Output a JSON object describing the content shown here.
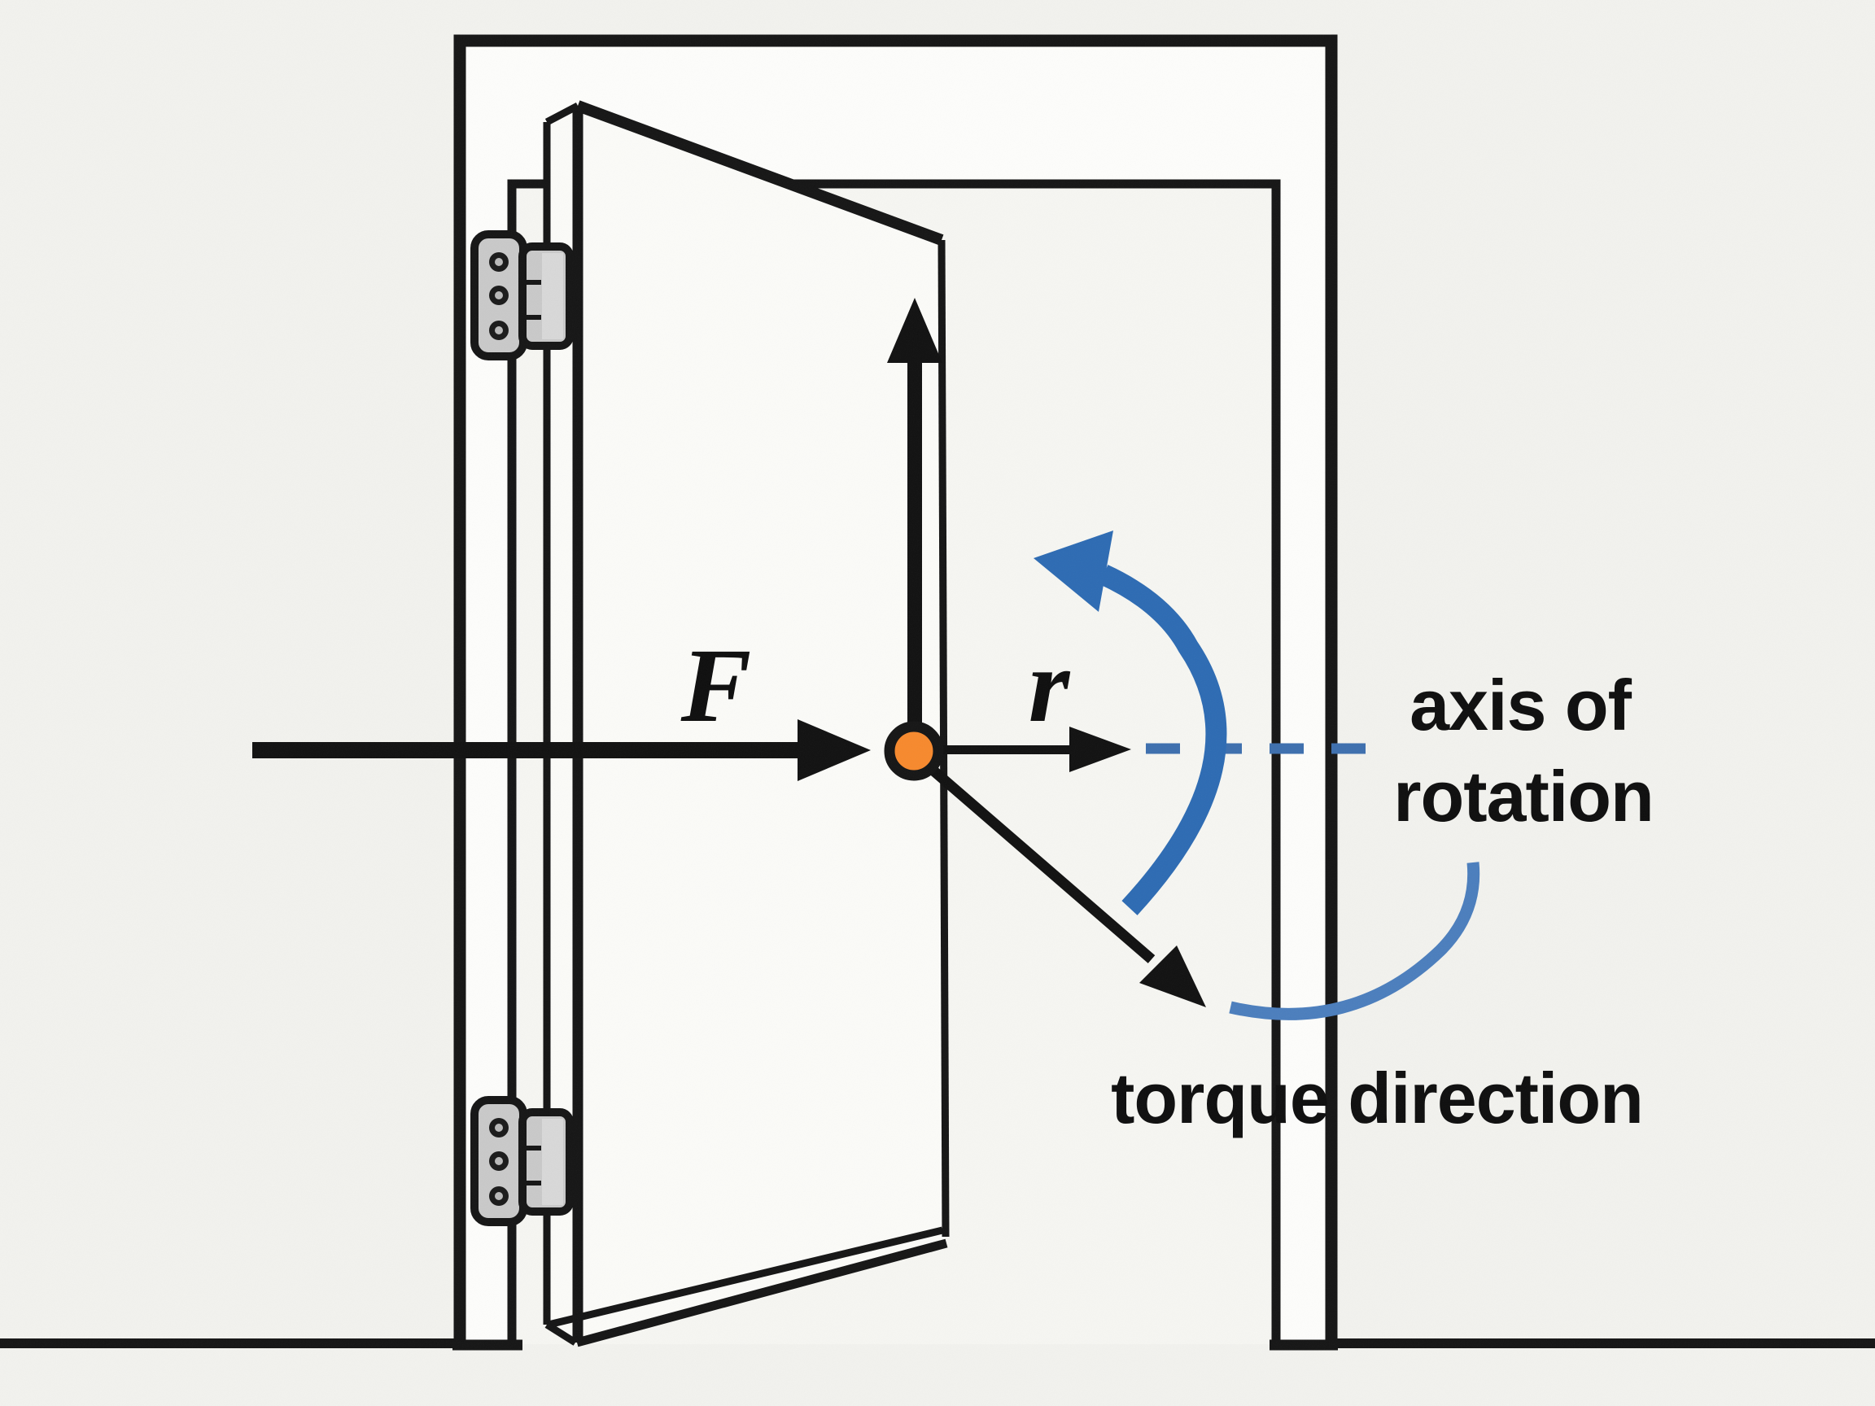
{
  "diagram": {
    "labels": {
      "force": "F",
      "lever_arm": "r",
      "axis_line1": "axis of",
      "axis_line2": "rotation",
      "torque": "torque direction"
    },
    "colors": {
      "ink": "#151515",
      "torque_arc_blue": "#2d6bb3",
      "swoosh_blue": "#4b7ebd",
      "axis_dash_blue": "#3d6fae",
      "pivot_orange": "#f7892d",
      "wall": "#f2f2ee",
      "casing_white": "#fdfdfb",
      "doorway": "#f6f6f2",
      "door_face": "#fbfbf8",
      "hinge_gray": "#c9c9c9",
      "hinge_gray_light": "#d8d8d8",
      "screw_dark": "#1a1a1a",
      "screw_center": "#b9b9b9"
    }
  }
}
